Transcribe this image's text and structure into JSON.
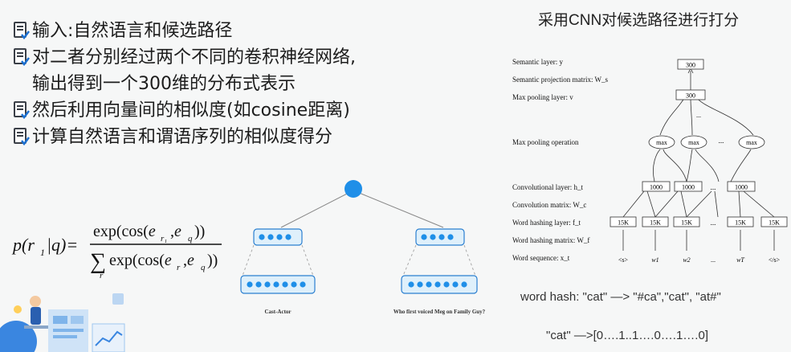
{
  "bullets": [
    {
      "text": "输入:自然语言和候选路径"
    },
    {
      "text": "对二者分别经过两个不同的卷积神经网络,",
      "cont": "输出得到一个300维的分布式表示"
    },
    {
      "text": "然后利用向量间的相似度(如cosine距离)"
    },
    {
      "text": "计算自然语言和谓语序列的相似度得分"
    }
  ],
  "cnn_title": "采用CNN对候选路径进行打分",
  "tree": {
    "left_caption": "Cast-Actor",
    "right_caption": "Who first voiced Meg on Family Guy?"
  },
  "cnn": {
    "layers": {
      "semantic": "Semantic layer: y",
      "semantic_proj": "Semantic projection matrix: W_s",
      "max_pool_layer": "Max pooling layer: v",
      "max_pool_op": "Max pooling operation",
      "conv_layer": "Convolutional layer: h_t",
      "conv_matrix": "Convolution matrix: W_c",
      "word_hash_layer": "Word hashing layer: f_t",
      "word_hash_matrix": "Word hashing matrix: W_f",
      "word_seq": "Word sequence: x_t"
    },
    "semantic_value": "300",
    "pool_value": "300",
    "max_label": "max",
    "conv_value": "1000",
    "hash_value": "15K",
    "ellipsis": "...",
    "words": [
      "<s>",
      "w1",
      "w2",
      "...",
      "wT",
      "</s>"
    ]
  },
  "hash_line1": "word hash:   \"cat\"   —>  \"#ca\",\"cat\", \"at#\"",
  "hash_line2": "\"cat\"  —>[0….1..1….0….1….0]",
  "colors": {
    "accent": "#1b8fe0",
    "node": "#1f8fe8",
    "box_border": "#2a7fd0"
  }
}
